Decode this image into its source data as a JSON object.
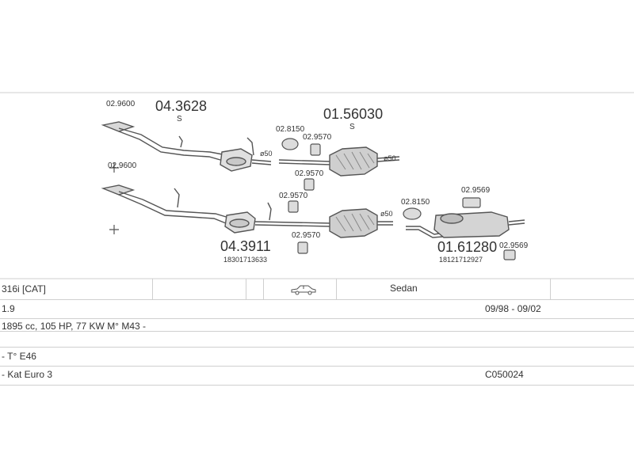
{
  "diagram": {
    "upper_line": {
      "manifold_clamp": "02.9600",
      "front_pipe": "04.3628",
      "front_pipe_mark": "S",
      "dia_1": "ø50",
      "mount_a": "02.8150",
      "mount_b": "02.9570",
      "mount_c": "02.9570",
      "middle_silencer": "01.56030",
      "middle_silencer_mark": "S",
      "dia_2": "ø50"
    },
    "lower_line": {
      "manifold_clamp": "02.9600",
      "mount_a": "02.9570",
      "front_pipe": "04.3911",
      "front_pipe_oe": "18301713633",
      "mount_b": "02.9570",
      "dia_1": "ø50",
      "mount_c": "02.8150",
      "rear_mount_a": "02.9569",
      "rear_silencer": "01.61280",
      "rear_silencer_oe": "18121712927",
      "rear_mount_b": "02.9569"
    }
  },
  "info": {
    "model": "316i  [CAT]",
    "body_type": "Sedan",
    "engine_size": "1.9",
    "years": "09/98 - 09/02",
    "engine_specs": "1895 cc, 105 HP, 77 KW M° M43 -",
    "chassis": "- T° E46",
    "emission": "- Kat Euro 3",
    "code": "C050024"
  }
}
